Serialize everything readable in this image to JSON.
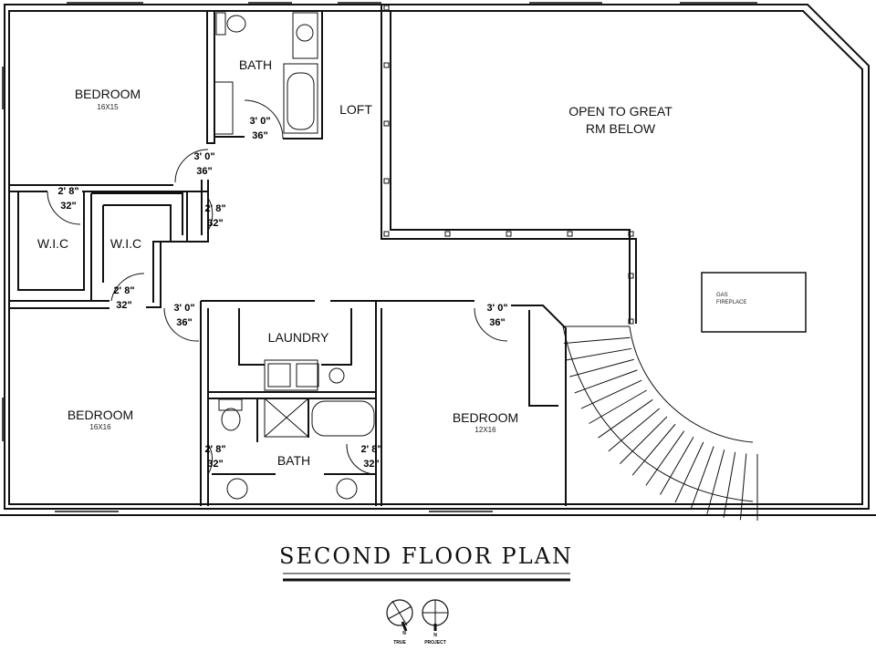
{
  "plan_title": "SECOND FLOOR PLAN",
  "rooms": {
    "bedroom_1": {
      "label": "BEDROOM",
      "size": "16X15"
    },
    "bath_1": {
      "label": "BATH"
    },
    "loft": {
      "label": "LOFT"
    },
    "open_to_great_room": {
      "line1": "OPEN TO GREAT",
      "line2": "RM BELOW"
    },
    "wic_1": {
      "label": "W.I.C"
    },
    "wic_2": {
      "label": "W.I.C"
    },
    "laundry": {
      "label": "LAUNDRY"
    },
    "bedroom_2": {
      "label": "BEDROOM",
      "size": "16X16"
    },
    "bath_2": {
      "label": "BATH"
    },
    "bedroom_3": {
      "label": "BEDROOM",
      "size": "12X16"
    },
    "fireplace": {
      "line1": "GAS",
      "line2": "FIREPLACE"
    }
  },
  "doors": [
    {
      "ft": "3' 0\"",
      "in": "36\""
    },
    {
      "ft": "3' 0\"",
      "in": "36\""
    },
    {
      "ft": "2' 8\"",
      "in": "32\""
    },
    {
      "ft": "2' 8\"",
      "in": "32\""
    },
    {
      "ft": "2' 8\"",
      "in": "32\""
    },
    {
      "ft": "3' 0\"",
      "in": "36\""
    },
    {
      "ft": "3' 0\"",
      "in": "36\""
    },
    {
      "ft": "2' 8\"",
      "in": "32\""
    },
    {
      "ft": "2' 8\"",
      "in": "32\""
    }
  ],
  "north_arrows": {
    "true_label": "TRUE",
    "project_label": "PROJECT",
    "letter": "N"
  }
}
